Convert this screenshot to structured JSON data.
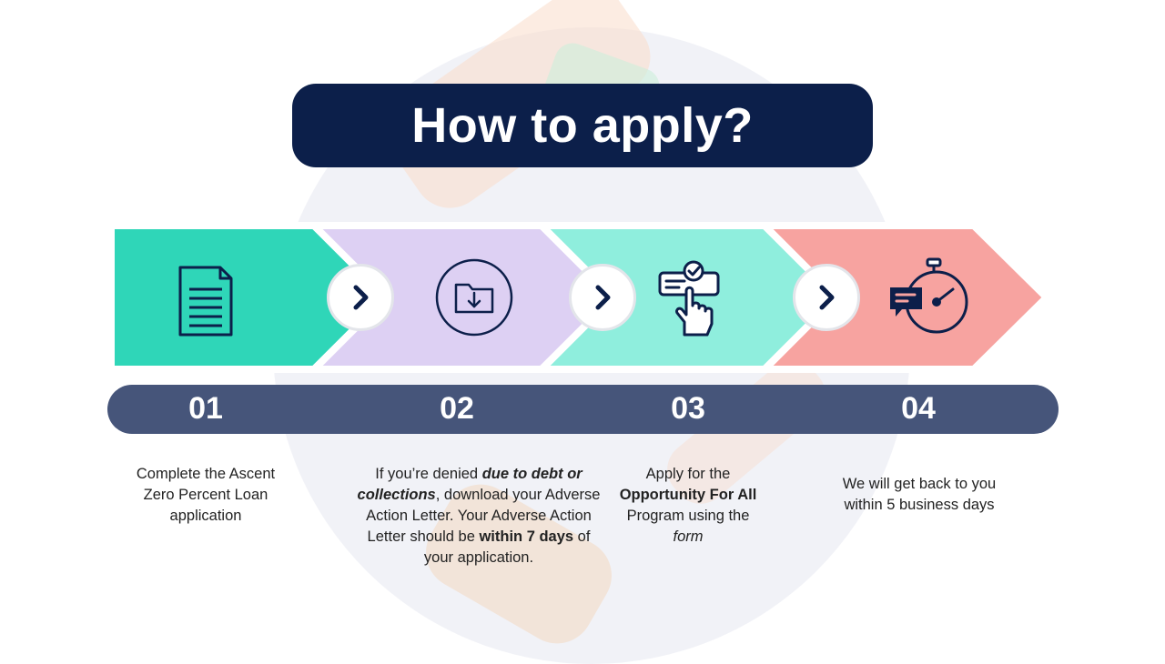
{
  "title": "How to apply?",
  "colors": {
    "title_bg": "#0c1f4a",
    "step1": "#2fd6b8",
    "step2": "#ddd0f3",
    "step3": "#8feedd",
    "step4": "#f7a3a0",
    "number_bar": "#46557a",
    "icon_stroke": "#0c1f4a"
  },
  "steps": [
    {
      "number": "01",
      "icon": "document-icon",
      "text": "Complete the Ascent Zero Percent Loan application"
    },
    {
      "number": "02",
      "icon": "folder-download-icon",
      "text_part1": "If you’re denied ",
      "text_bold1": "due to debt or collections",
      "text_part2": ", download your Adverse Action Letter. Your Adverse Action Letter should be ",
      "text_bold2": "within 7 days",
      "text_part3": " of your application."
    },
    {
      "number": "03",
      "icon": "hand-click-checkmark-icon",
      "text_part1": "Apply for the ",
      "text_bold1": "Opportunity For All",
      "text_part2": " Program using the ",
      "text_italic": "form"
    },
    {
      "number": "04",
      "icon": "stopwatch-chat-icon",
      "text": "We will get back to you within 5 business days"
    }
  ]
}
